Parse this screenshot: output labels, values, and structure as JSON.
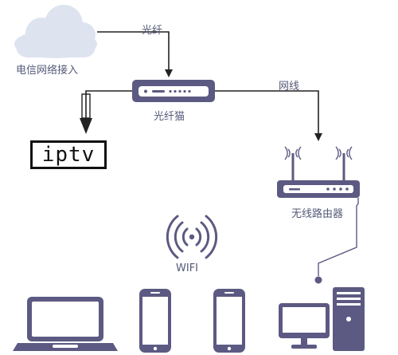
{
  "labels": {
    "isp": "电信网络接入",
    "fiber": "光纤",
    "modem": "光纤猫",
    "cable": "网线",
    "iptv": "iptv",
    "router": "无线路由器",
    "wifi": "WIFI"
  },
  "colors": {
    "cloud": "#dde3ef",
    "device": "#5c5a82",
    "device_light": "#ffffff",
    "line": "#222222",
    "text": "#555a78"
  }
}
